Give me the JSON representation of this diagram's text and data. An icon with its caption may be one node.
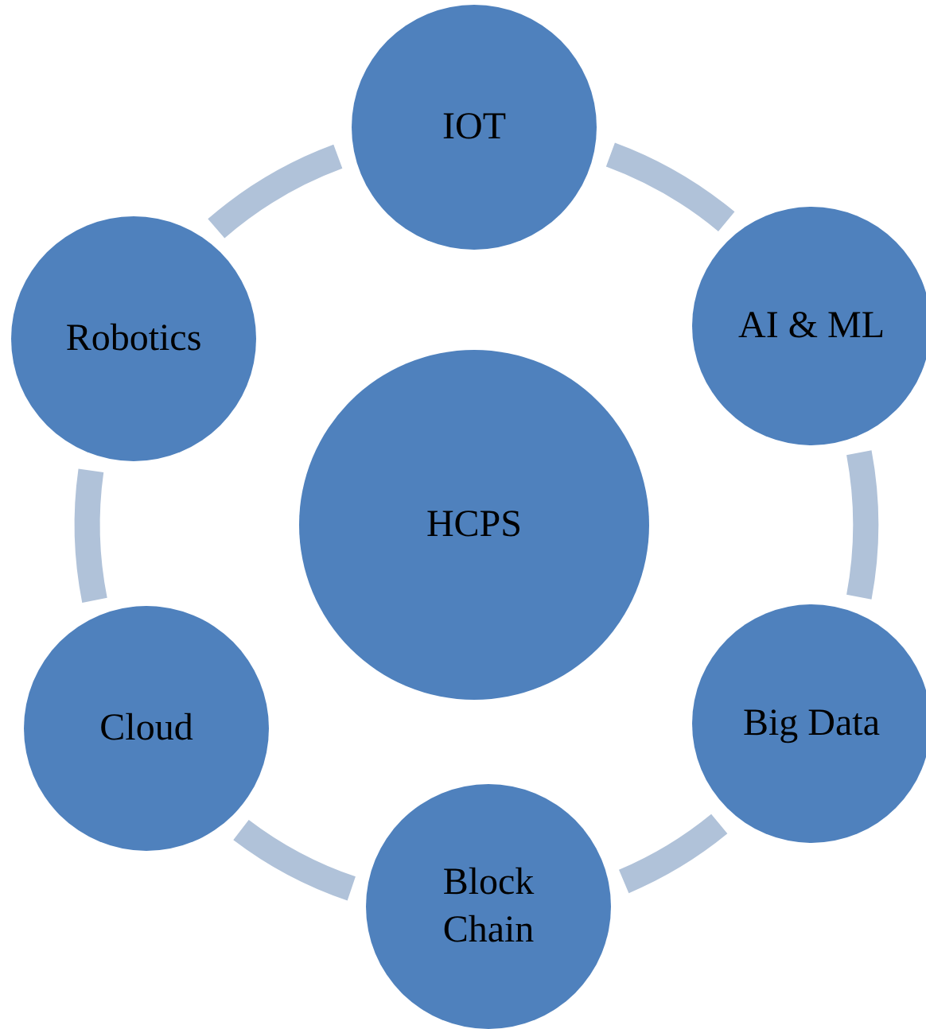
{
  "diagram": {
    "nodes": [
      {
        "text": [
          "HCPS"
        ]
      },
      {
        "text": [
          "IOT"
        ]
      },
      {
        "text": [
          "AI & ML"
        ]
      },
      {
        "text": [
          "Big Data"
        ]
      },
      {
        "text": [
          "Block Chain"
        ]
      },
      {
        "text": [
          "Cloud"
        ]
      },
      {
        "text": [
          "Robotics"
        ]
      }
    ],
    "edges": [
      {
        "from": 1,
        "to": 2,
        "arrow": "none"
      },
      {
        "from": 2,
        "to": 3,
        "arrow": "none"
      },
      {
        "from": 3,
        "to": 4,
        "arrow": "none"
      },
      {
        "from": 4,
        "to": 5,
        "arrow": "none"
      },
      {
        "from": 5,
        "to": 6,
        "arrow": "none"
      },
      {
        "from": 6,
        "to": 1,
        "arrow": "none"
      }
    ]
  }
}
